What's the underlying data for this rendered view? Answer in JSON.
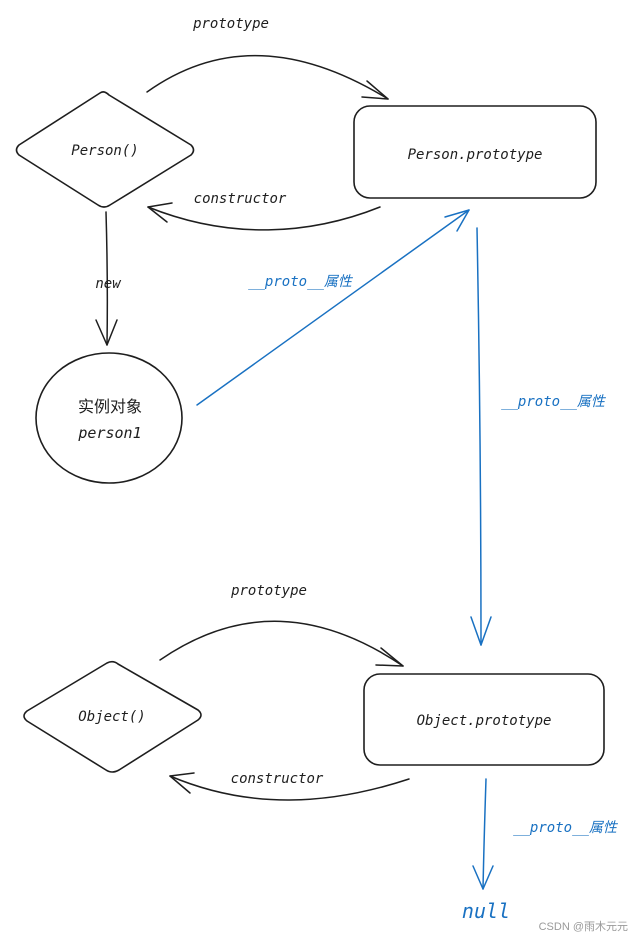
{
  "nodes": {
    "person_fn": "Person()",
    "person_prototype": "Person.prototype",
    "instance_line1": "实例对象",
    "instance_line2": "person1",
    "object_fn": "Object()",
    "object_prototype": "Object.prototype",
    "null_label": "null"
  },
  "edges": {
    "prototype_top": "prototype",
    "constructor_top": "constructor",
    "new": "new",
    "proto_instance": "__proto__属性",
    "proto_person_prototype": "__proto__属性",
    "prototype_bottom": "prototype",
    "constructor_bottom": "constructor",
    "proto_object_prototype": "__proto__属性"
  },
  "colors": {
    "ink": "#1e1e1e",
    "proto_link": "#1971c2"
  },
  "watermark": "CSDN @雨木元元"
}
